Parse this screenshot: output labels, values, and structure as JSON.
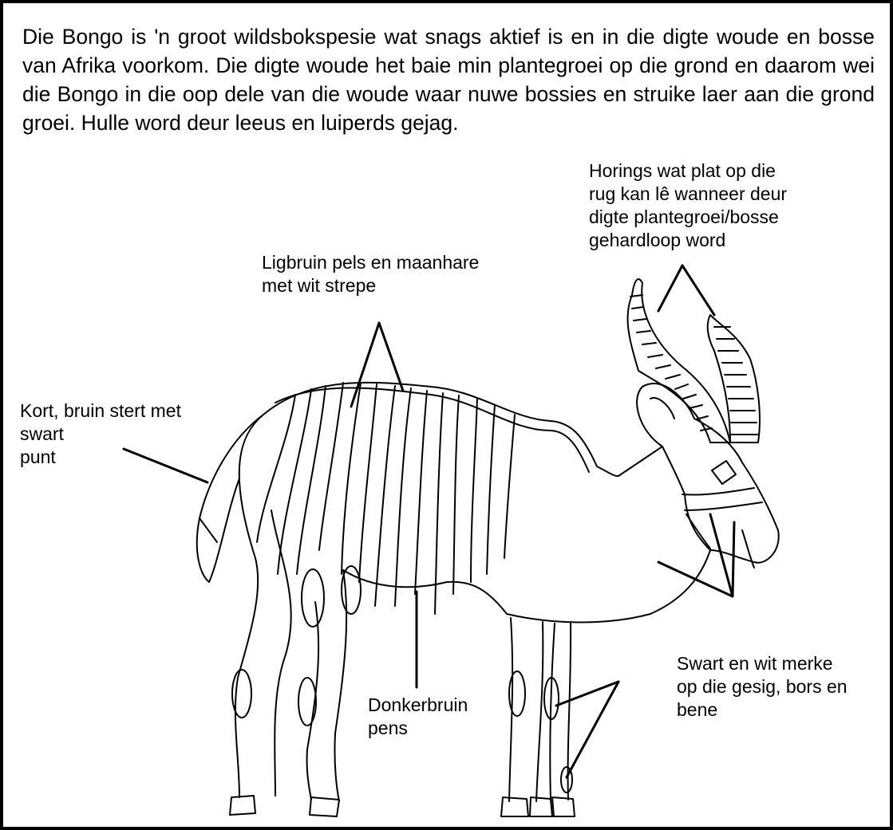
{
  "intro": "Die Bongo is 'n groot wildsbokspesie wat snags aktief is en in die digte woude en bosse van Afrika voorkom. Die digte woude het baie min plantegroei op die grond en daarom wei die Bongo in die oop dele van die woude waar nuwe bossies en struike laer aan die grond groei. Hulle word deur leeus en luiperds gejag.",
  "labels": {
    "horns": "Horings wat plat op die\nrug kan lê wanneer deur\ndigte plantegroei/bosse\ngehardloop word",
    "coat": "Ligbruin pels en maanhare\nmet wit strepe",
    "tail": "Kort, bruin stert met\nswart\npunt",
    "belly": "Donkerbruin\npens",
    "marks": "Swart en wit merke\nop die gesig, bors en\nbene"
  },
  "colors": {
    "ink": "#000000",
    "background": "#ffffff"
  }
}
